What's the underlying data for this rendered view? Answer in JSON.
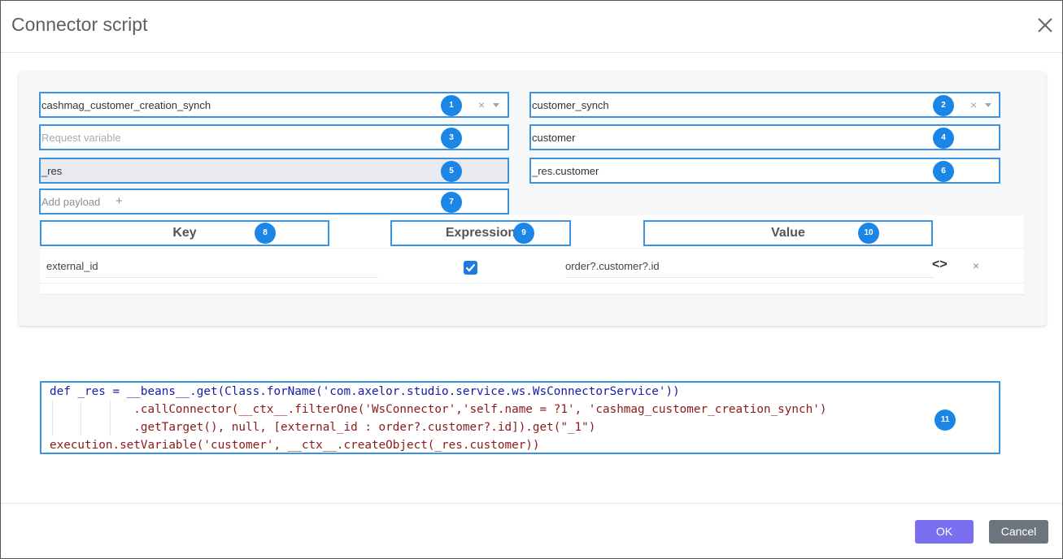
{
  "dialog": {
    "title": "Connector script"
  },
  "fields": {
    "connector": {
      "value": "cashmag_customer_creation_synch",
      "badge": "1",
      "clear": "×"
    },
    "request": {
      "value": "customer_synch",
      "badge": "2",
      "clear": "×"
    },
    "request_variable": {
      "placeholder": "Request variable",
      "badge": "3"
    },
    "customer": {
      "value": "customer",
      "badge": "4"
    },
    "res": {
      "value": "_res",
      "badge": "5"
    },
    "res_customer": {
      "value": "_res.customer",
      "badge": "6"
    },
    "payload": {
      "placeholder": "Add payload",
      "plus": "+",
      "badge": "7"
    }
  },
  "table": {
    "headers": [
      {
        "label": "Key",
        "badge": "8"
      },
      {
        "label": "Expression",
        "badge": "9"
      },
      {
        "label": "Value",
        "badge": "10"
      }
    ],
    "rows": [
      {
        "key": "external_id",
        "expression": true,
        "value": "order?.customer?.id",
        "expand": "<>",
        "remove": "×"
      }
    ]
  },
  "code": {
    "badge": "11",
    "lines": [
      "def _res = __beans__.get(Class.forName('com.axelor.studio.service.ws.WsConnectorService'))",
      "            .callConnector(__ctx__.filterOne('WsConnector','self.name = ?1', 'cashmag_customer_creation_synch')",
      "            .getTarget(), null, [external_id : order?.customer?.id]).get(\"_1\")",
      "execution.setVariable('customer', __ctx__.createObject(_res.customer))"
    ]
  },
  "footer": {
    "ok": "OK",
    "cancel": "Cancel"
  },
  "colors": {
    "accent": "#3c93e0",
    "badge": "#1c86e6",
    "ok": "#7a6ff0",
    "cancel": "#6c757d"
  }
}
